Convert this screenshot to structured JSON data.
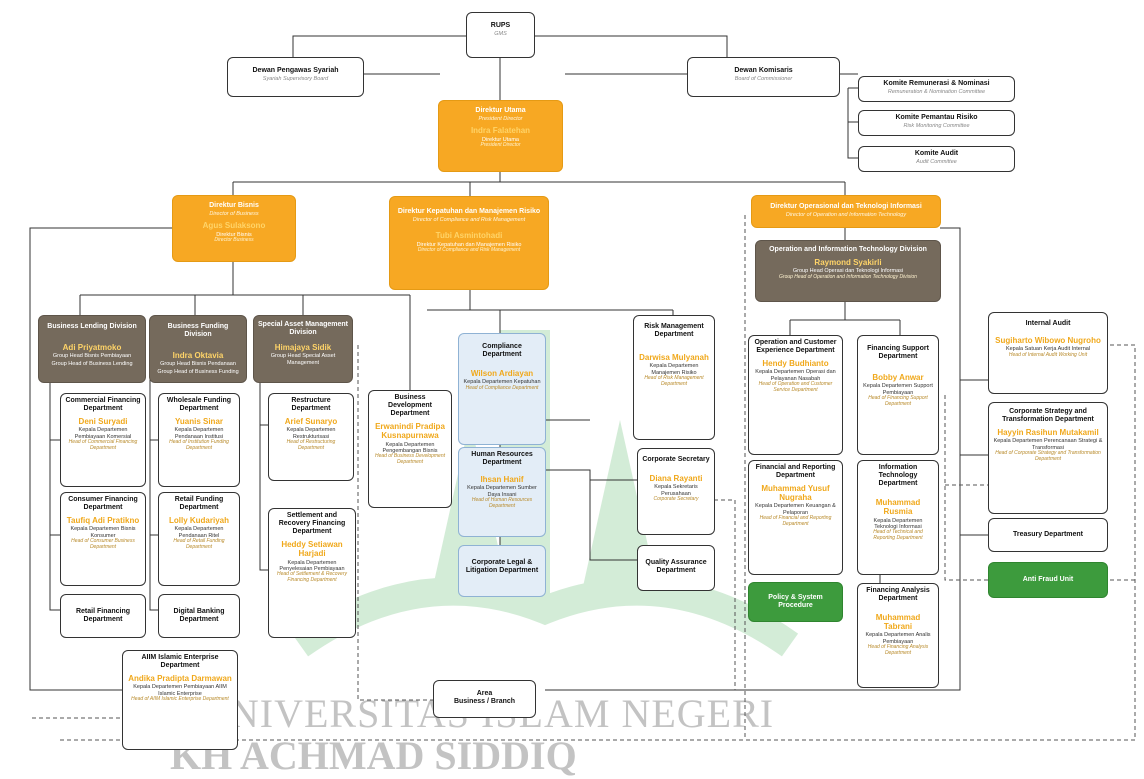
{
  "rups": {
    "title": "RUPS",
    "subtitle": "GMS"
  },
  "dps": {
    "title": "Dewan Pengawas Syariah",
    "subtitle": "Syariah Supervisory Board"
  },
  "komisaris": {
    "title": "Dewan Komisaris",
    "subtitle": "Board of Commissioner"
  },
  "committees": [
    {
      "title": "Komite Remunerasi & Nominasi",
      "subtitle": "Remuneration & Nomination Committee"
    },
    {
      "title": "Komite Pemantau Risiko",
      "subtitle": "Risk Monitoring Committee"
    },
    {
      "title": "Komite Audit",
      "subtitle": "Audit Committee"
    }
  ],
  "president": {
    "title": "Direktur Utama",
    "subtitle": "President Director",
    "name": "Indra Falatehan",
    "role": "Direktur Utama",
    "role_en": "President Director"
  },
  "dir_bisnis": {
    "title": "Direktur Bisnis",
    "subtitle": "Director of Business",
    "name": "Agus Sulaksono",
    "role": "Direktur Bisnis",
    "role_en": "Director Business"
  },
  "dir_kepatuhan": {
    "title": "Direktur Kepatuhan dan Manajemen Risiko",
    "subtitle": "Director of Compliance and Risk Management",
    "name": "Tubi Asmintohadi",
    "role": "Direktur Kepatuhan dan Manajemen Risiko",
    "role_en": "Director of Compliance and Risk Management"
  },
  "dir_operasional": {
    "title": "Direktur Operasional dan Teknologi Informasi",
    "subtitle": "Director of Operation and Information Technology"
  },
  "op_it_division": {
    "title": "Operation and Information Technology Division",
    "name": "Raymond Syakirli",
    "role": "Group Head Operasi dan Teknologi Informasi",
    "role_en": "Group Head of Operation and Information Technology Division"
  },
  "divisions": [
    {
      "title": "Business Lending Division",
      "name": "Adi Priyatmoko",
      "role": "Group Head Bisnis Pembiayaan",
      "role_en": "Group Head of Business Lending"
    },
    {
      "title": "Business Funding Division",
      "name": "Indra Oktavia",
      "role": "Group Head Bisnis Pendanaan",
      "role_en": "Group Head of Business Funding"
    },
    {
      "title": "Special Asset Management Division",
      "name": "Himajaya Sidik",
      "role": "Group Head Special Asset Management",
      "role_en": ""
    }
  ],
  "depts": {
    "commercial": {
      "title": "Commercial Financing Department",
      "name": "Deni Suryadi",
      "role": "Kepala Departemen Pembiayaan Komersial",
      "role_en": "Head of Commercial Financing Department"
    },
    "wholesale": {
      "title": "Wholesale Funding Department",
      "name": "Yuanis Sinar",
      "role": "Kepala Departemen Pendanaan Institusi",
      "role_en": "Head of Institution Funding Department"
    },
    "consumer": {
      "title": "Consumer Financing Department",
      "name": "Taufiq Adi Pratikno",
      "role": "Kepala Departemen Bisnis Konsumer",
      "role_en": "Head of Consumer Business Department"
    },
    "retail_funding": {
      "title": "Retail Funding Department",
      "name": "Lolly Kudariyah",
      "role": "Kepala Departemen Pendanaan Ritel",
      "role_en": "Head of Retail Funding Department"
    },
    "retail_financing": {
      "title": "Retail Financing Department"
    },
    "digital": {
      "title": "Digital Banking Department"
    },
    "aiim": {
      "title": "AIIM Islamic Enterprise Department",
      "name": "Andika Pradipta Darmawan",
      "role": "Kepala Departemen Pembiayaan AIIM Islamic Enterprise",
      "role_en": "Head of AIIM Islamic Enterprise Department"
    },
    "restructure": {
      "title": "Restructure Department",
      "name": "Arief Sunaryo",
      "role": "Kepala Departemen Restrukturisasi",
      "role_en": "Head of Restructuring Department"
    },
    "settlement": {
      "title": "Settlement and Recovery Financing Department",
      "name": "Heddy Setiawan Harjadi",
      "role": "Kepala Departemen Penyelesaian Pembiayaan",
      "role_en": "Head of Settlement & Recovery Financing Department"
    },
    "bizdev": {
      "title": "Business Development Department",
      "name": "Erwanindi Pradipa Kusnapurnawa",
      "role": "Kepala Departemen Pengembangan Bisnis",
      "role_en": "Head of Business Development Department"
    },
    "compliance": {
      "title": "Compliance Department",
      "name": "Wilson Ardiayan",
      "role": "Kepala Departemen Kepatuhan",
      "role_en": "Head of Compliance Department"
    },
    "hr": {
      "title": "Human Resources Department",
      "name": "Ihsan Hanif",
      "role": "Kepala Departemen Sumber Daya Insani",
      "role_en": "Head of Human Resources Department"
    },
    "legal": {
      "title": "Corporate Legal & Litigation Department"
    },
    "risk": {
      "title": "Risk Management Department",
      "name": "Darwisa Mulyanah",
      "role": "Kepala Departemen Manajemen Risiko",
      "role_en": "Head of Risk Management Department"
    },
    "corsec": {
      "title": "Corporate Secretary",
      "name": "Diana Rayanti",
      "role": "Kepala Sekretaris Perusahaan",
      "role_en": "Corporate Secretary"
    },
    "qa": {
      "title": "Quality Assurance Department"
    },
    "ocx": {
      "title": "Operation and Customer Experience Department",
      "name": "Hendy Budhianto",
      "role": "Kepala Departemen Operasi dan Pelayanan Nasabah",
      "role_en": "Head of Operation and Customer Service Department"
    },
    "fin_support": {
      "title": "Financing Support Department",
      "name": "Bobby Anwar",
      "role": "Kepala Departemen Support Pembiayaan",
      "role_en": "Head of Financing Support Department"
    },
    "fin_report": {
      "title": "Financial and Reporting Department",
      "name": "Muhammad Yusuf Nugraha",
      "role": "Kepala Departemen Keuangan & Pelaporan",
      "role_en": "Head of Financial and Reporting Department"
    },
    "it": {
      "title": "Information Technology Department",
      "name": "Muhammad Rusmia",
      "role": "Kepala Departemen Teknologi Informasi",
      "role_en": "Head of Technical and Reporting Department"
    },
    "policy": {
      "title": "Policy & System Procedure"
    },
    "fin_analysis": {
      "title": "Financing Analysis Department",
      "name": "Muhammad Tabrani",
      "role": "Kepala Departemen Analis Pembiayaan",
      "role_en": "Head of Financing Analysis Department"
    },
    "internal_audit": {
      "title": "Internal Audit",
      "name": "Sugiharto Wibowo Nugroho",
      "role": "Kepala Satuan Kerja Audit Internal",
      "role_en": "Head of Internal Audit Working Unit"
    },
    "corp_strategy": {
      "title": "Corporate Strategy and Transformation Department",
      "name": "Hayyin Rasihun Mutakamil",
      "role": "Kepala Departemen Perencanaan Strategi & Transformasi",
      "role_en": "Head of Corporate Strategy and Transformation Department"
    },
    "treasury": {
      "title": "Treasury Department"
    },
    "anti_fraud": {
      "title": "Anti Fraud Unit"
    },
    "area": {
      "title": "Area",
      "subtitle": "Business / Branch"
    }
  },
  "watermark": {
    "line1": "UNIVERSITAS ISLAM NEGERI",
    "line2": "KH ACHMAD SIDDIQ"
  },
  "colors": {
    "orange": "#f7a823",
    "taupe": "#756a5c",
    "green": "#3d9b3d",
    "gold_text": "#f0a81b"
  }
}
